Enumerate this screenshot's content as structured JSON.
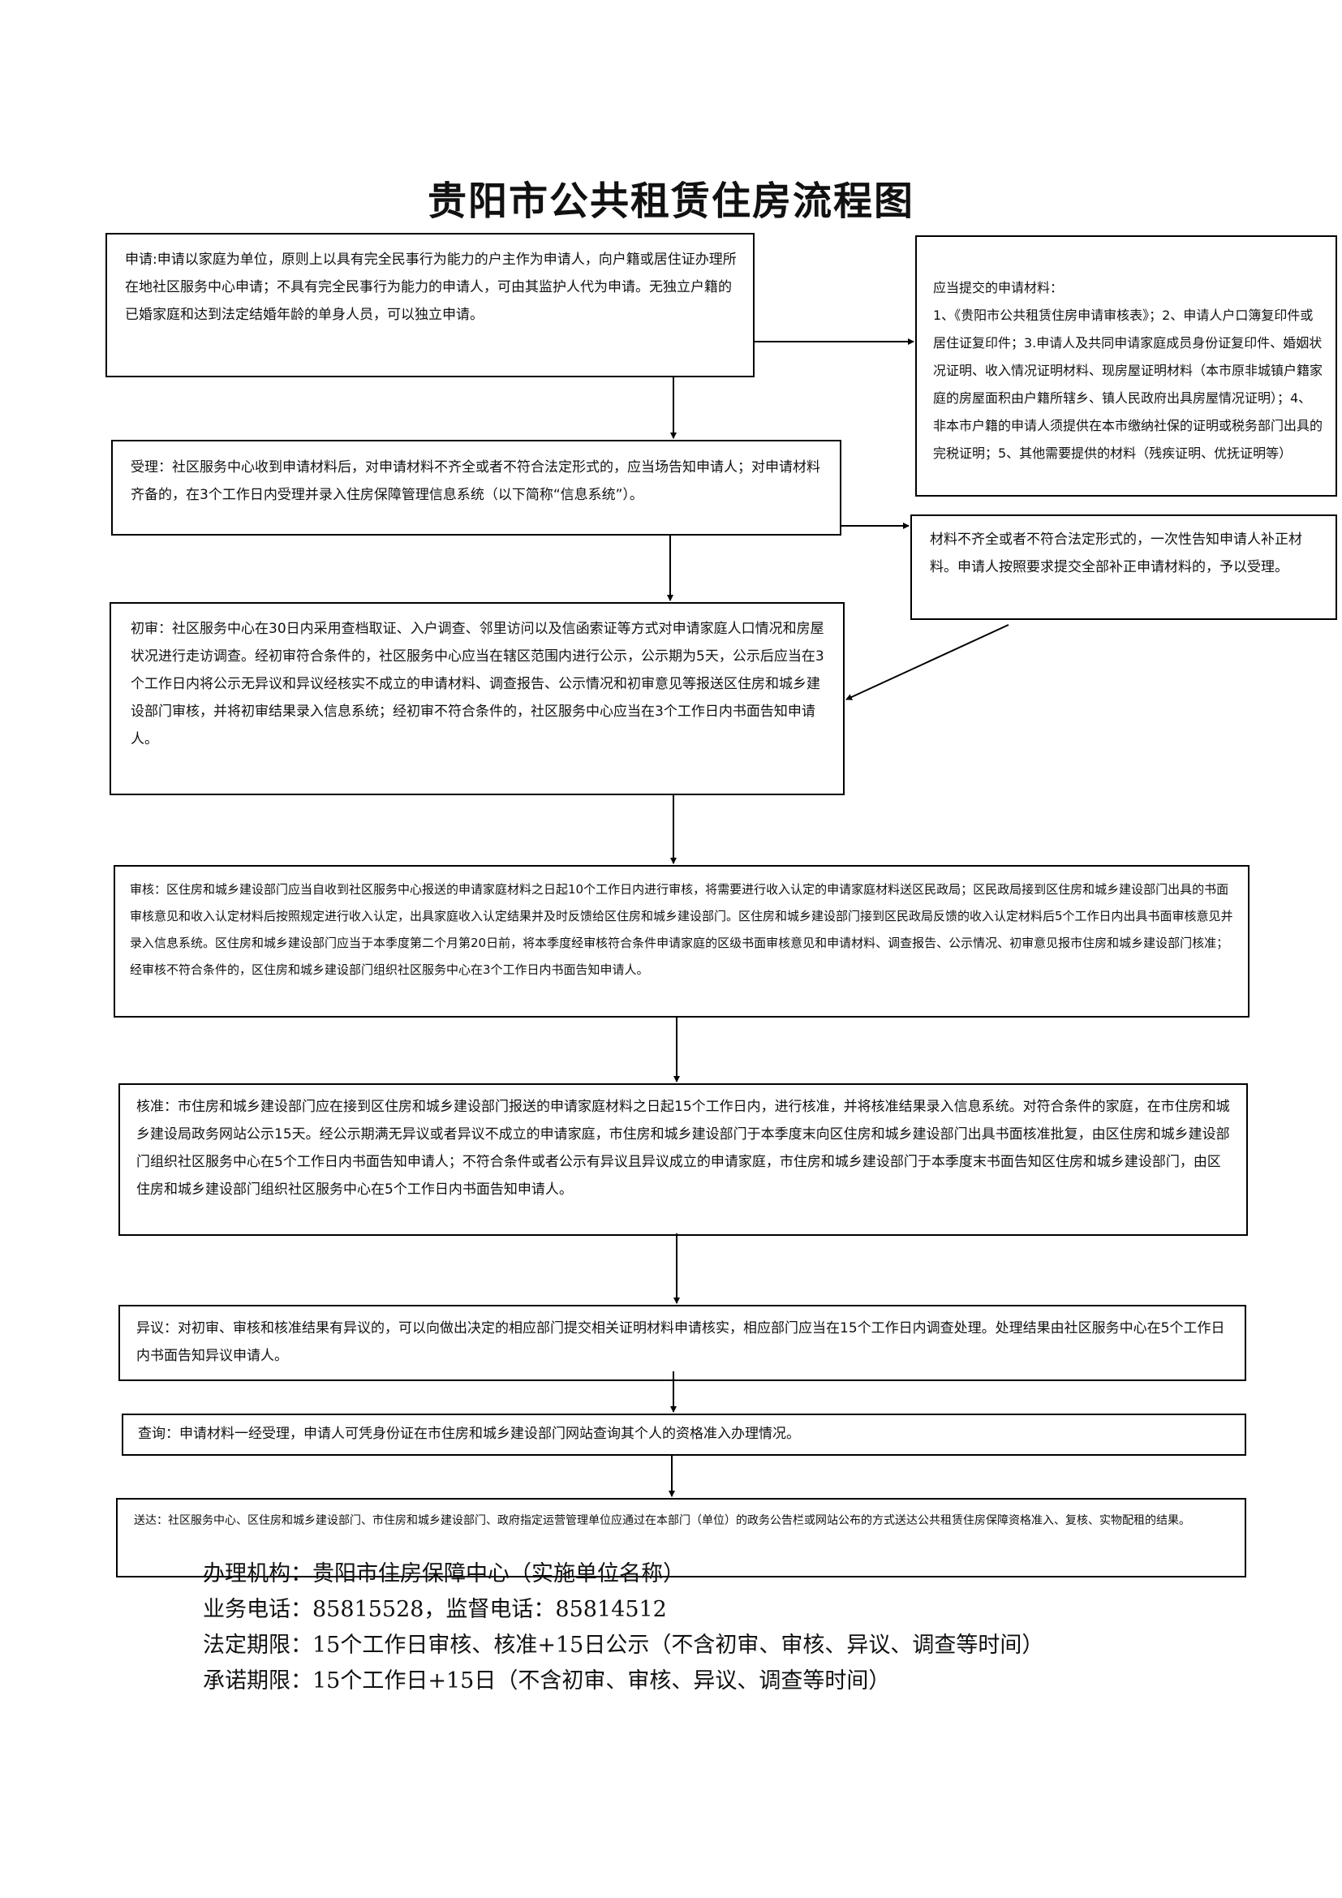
{
  "title": "贵阳市公共租赁住房流程图",
  "boxes": {
    "apply": "申请:申请以家庭为单位，原则上以具有完全民事行为能力的户主作为申请人，向户籍或居住证办理所在地社区服务中心申请；不具有完全民事行为能力的申请人，可由其监护人代为申请。无独立户籍的已婚家庭和达到法定结婚年龄的单身人员，可以独立申请。",
    "materials": "应当提交的申请材料：\n1、《贵阳市公共租赁住房申请审核表》；2、申请人户口簿复印件或居住证复印件；3.申请人及共同申请家庭成员身份证复印件、婚姻状况证明、收入情况证明材料、现房屋证明材料（本市原非城镇户籍家庭的房屋面积由户籍所辖乡、镇人民政府出具房屋情况证明）；4、非本市户籍的申请人须提供在本市缴纳社保的证明或税务部门出具的完税证明；5、其他需要提供的材料（残疾证明、优抚证明等）",
    "accept": "受理：社区服务中心收到申请材料后，对申请材料不齐全或者不符合法定形式的，应当场告知申请人；对申请材料齐备的，在3个工作日内受理并录入住房保障管理信息系统（以下简称“信息系统”）。",
    "incomplete": "材料不齐全或者不符合法定形式的，一次性告知申请人补正材料。申请人按照要求提交全部补正申请材料的，予以受理。",
    "initial": "初审：社区服务中心在30日内采用查档取证、入户调查、邻里访问以及信函索证等方式对申请家庭人口情况和房屋状况进行走访调查。经初审符合条件的，社区服务中心应当在辖区范围内进行公示，公示期为5天，公示后应当在3个工作日内将公示无异议和异议经核实不成立的申请材料、调查报告、公示情况和初审意见等报送区住房和城乡建设部门审核，并将初审结果录入信息系统；经初审不符合条件的，社区服务中心应当在3个工作日内书面告知申请人。",
    "review": "审核：区住房和城乡建设部门应当自收到社区服务中心报送的申请家庭材料之日起10个工作日内进行审核，将需要进行收入认定的申请家庭材料送区民政局；区民政局接到区住房和城乡建设部门出具的书面审核意见和收入认定材料后按照规定进行收入认定，出具家庭收入认定结果并及时反馈给区住房和城乡建设部门。区住房和城乡建设部门接到区民政局反馈的收入认定材料后5个工作日内出具书面审核意见并录入信息系统。区住房和城乡建设部门应当于本季度第二个月第20日前，将本季度经审核符合条件申请家庭的区级书面审核意见和申请材料、调查报告、公示情况、初审意见报市住房和城乡建设部门核准；经审核不符合条件的，区住房和城乡建设部门组织社区服务中心在3个工作日内书面告知申请人。",
    "approve": "核准：市住房和城乡建设部门应在接到区住房和城乡建设部门报送的申请家庭材料之日起15个工作日内，进行核准，并将核准结果录入信息系统。对符合条件的家庭，在市住房和城乡建设局政务网站公示15天。经公示期满无异议或者异议不成立的申请家庭，市住房和城乡建设部门于本季度末向区住房和城乡建设部门出具书面核准批复，由区住房和城乡建设部门组织社区服务中心在5个工作日内书面告知申请人；不符合条件或者公示有异议且异议成立的申请家庭，市住房和城乡建设部门于本季度末书面告知区住房和城乡建设部门，由区住房和城乡建设部门组织社区服务中心在5个工作日内书面告知申请人。",
    "objection": "异议：对初审、审核和核准结果有异议的，可以向做出决定的相应部门提交相关证明材料申请核实，相应部门应当在15个工作日内调查处理。处理结果由社区服务中心在5个工作日内书面告知异议申请人。",
    "query": "查询：申请材料一经受理，申请人可凭身份证在市住房和城乡建设部门网站查询其个人的资格准入办理情况。",
    "deliver": "送达：社区服务中心、区住房和城乡建设部门、市住房和城乡建设部门、政府指定运营管理单位应通过在本部门（单位）的政务公告栏或网站公布的方式送达公共租赁住房保障资格准入、复核、实物配租的结果。"
  },
  "footer": {
    "agency": "办理机构：贵阳市住房保障中心（实施单位名称）",
    "phones": "业务电话：85815528，监督电话：85814512",
    "legal_period": "法定期限：15个工作日审核、核准+15日公示（不含初审、审核、异议、调查等时间）",
    "promised_period": "承诺期限：15个工作日+15日（不含初审、审核、异议、调查等时间）"
  }
}
